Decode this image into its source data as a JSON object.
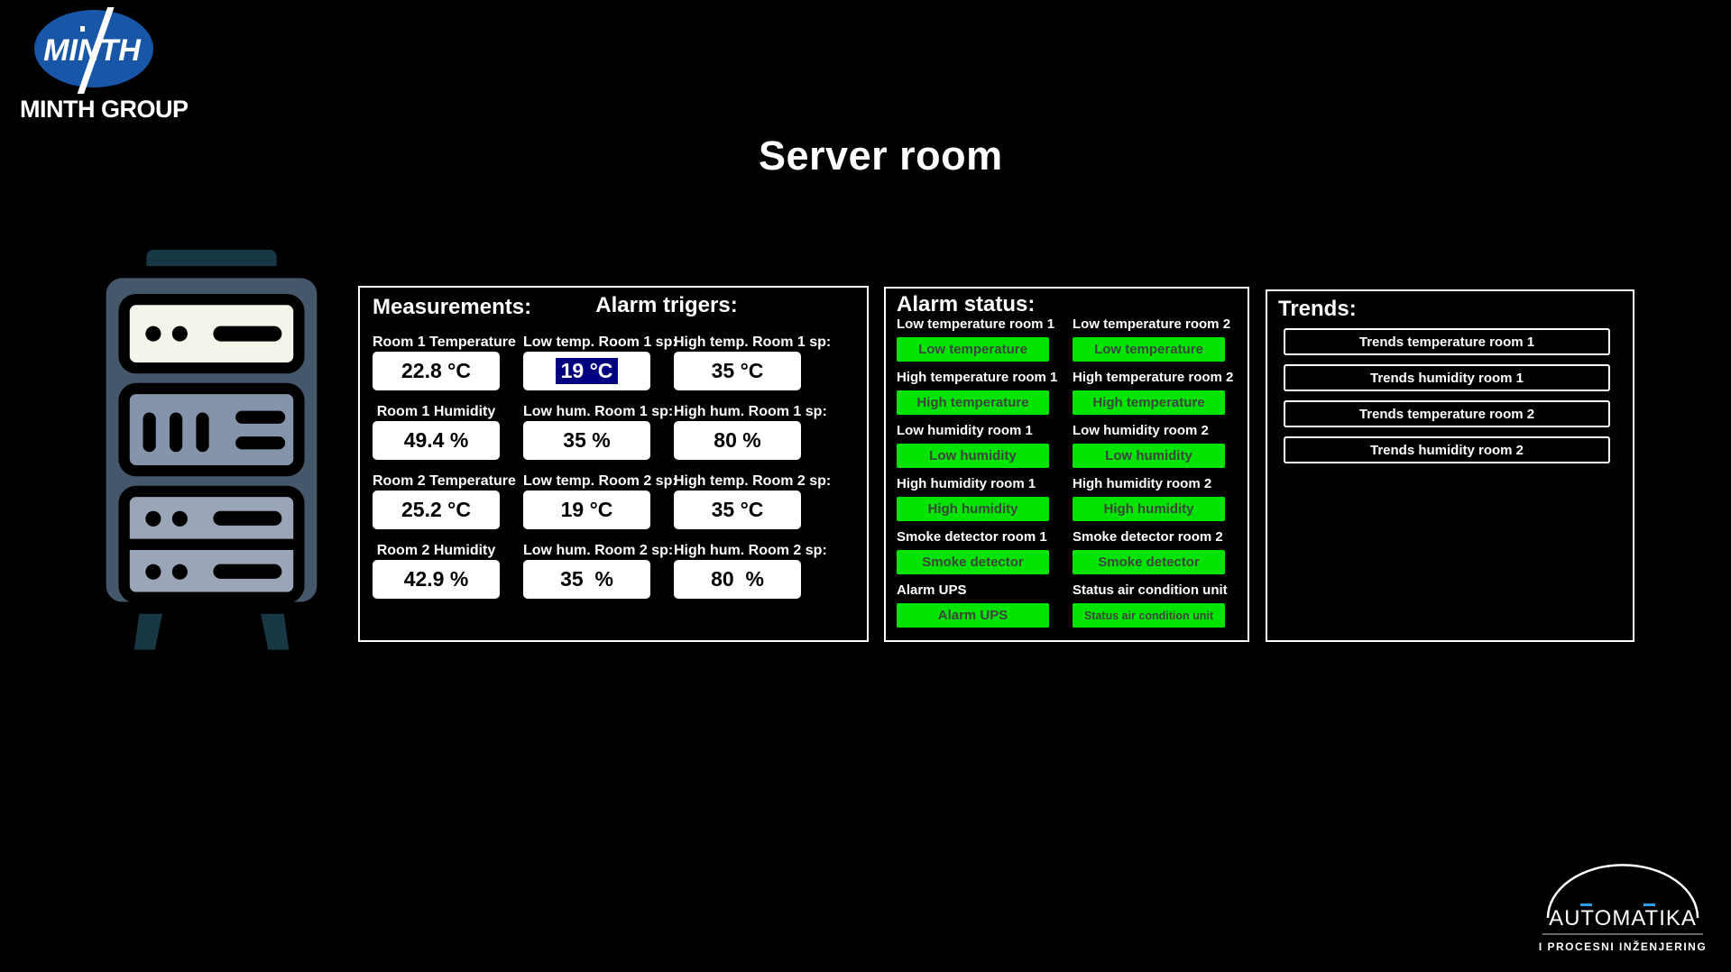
{
  "brand": {
    "logo_text": "MINTH",
    "group_name": "MINTH GROUP"
  },
  "page": {
    "title": "Server room"
  },
  "colors": {
    "logo_blue": "#1856a8",
    "accent_blue": "#2e9fe6",
    "status_ok": "#00e400",
    "status_text": "#3c463c",
    "selection": "#000080"
  },
  "measurements": {
    "header": "Measurements:",
    "items": [
      {
        "label": "Room 1 Temperature",
        "value": "22.8 °C"
      },
      {
        "label": "Room 1 Humidity",
        "value": "49.4 %"
      },
      {
        "label": "Room 2 Temperature",
        "value": "25.2 °C"
      },
      {
        "label": "Room 2 Humidity",
        "value": "42.9 %"
      }
    ]
  },
  "alarm_triggers": {
    "header": "Alarm trigers:",
    "items": [
      {
        "label": "Low temp. Room 1 sp:",
        "value": "19 °C",
        "selected": true
      },
      {
        "label": "High temp. Room 1 sp:",
        "value": "35 °C"
      },
      {
        "label": "Low hum. Room 1 sp:",
        "value": "35 %"
      },
      {
        "label": "High hum. Room 1 sp:",
        "value": "80 %"
      },
      {
        "label": "Low temp. Room 2 sp:",
        "value": "19 °C"
      },
      {
        "label": "High temp. Room 2 sp:",
        "value": "35 °C"
      },
      {
        "label": "Low hum. Room 2 sp:",
        "value": "35  %"
      },
      {
        "label": "High hum. Room 2 sp:",
        "value": "80  %"
      }
    ]
  },
  "alarm_status": {
    "header": "Alarm status:",
    "indicators": [
      {
        "label": "Low temperature room 1",
        "state_text": "Low temperature"
      },
      {
        "label": "Low temperature room 2",
        "state_text": "Low temperature"
      },
      {
        "label": "High temperature room 1",
        "state_text": "High temperature"
      },
      {
        "label": "High temperature room 2",
        "state_text": "High temperature"
      },
      {
        "label": "Low humidity room 1",
        "state_text": "Low humidity"
      },
      {
        "label": "Low humidity room 2",
        "state_text": "Low humidity"
      },
      {
        "label": "High humidity room 1",
        "state_text": "High humidity"
      },
      {
        "label": "High humidity room 2",
        "state_text": "High humidity"
      },
      {
        "label": "Smoke detector room 1",
        "state_text": "Smoke detector"
      },
      {
        "label": "Smoke detector room 2",
        "state_text": "Smoke detector"
      },
      {
        "label": "Alarm UPS",
        "state_text": "Alarm UPS"
      },
      {
        "label": "Status air condition unit",
        "state_text": "Status air condition unit"
      }
    ]
  },
  "trends": {
    "header": "Trends:",
    "buttons": [
      "Trends temperature room 1",
      "Trends humidity room 1",
      "Trends temperature room 2",
      "Trends humidity room 2"
    ]
  },
  "footer_logo": {
    "name": "AUTOMATIKA",
    "tagline": "I PROCESNI INŽENJERING"
  }
}
